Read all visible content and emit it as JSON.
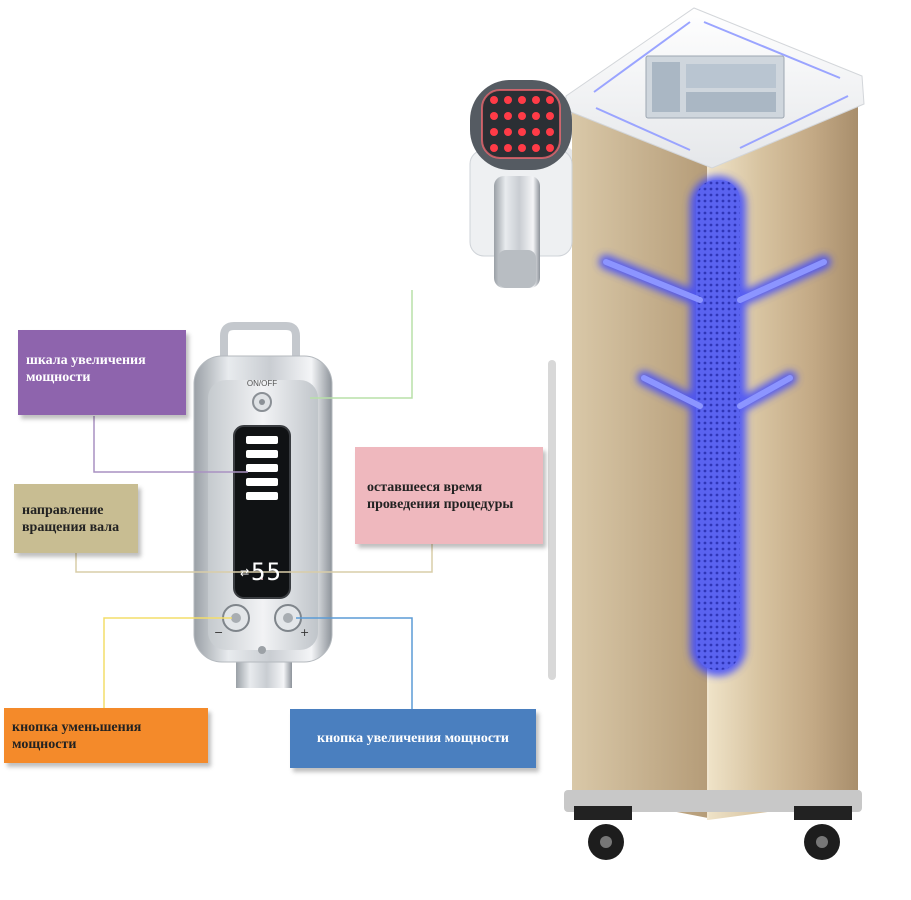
{
  "labels": {
    "power_scale": {
      "text": "шкала увеличения мощности",
      "bg": "#8e64ad",
      "fg": "#ffffff"
    },
    "rotation_direction": {
      "text": "направление вращения вала",
      "bg": "#c8bd92",
      "fg": "#222222"
    },
    "time_left": {
      "text": "оставшееся время проведения процедуры",
      "bg": "#efb8be",
      "fg": "#222222"
    },
    "decrease_button": {
      "text": "кнопка уменьшения мощности",
      "bg": "#f48a2a",
      "fg": "#222222"
    },
    "increase_button": {
      "text": "кнопка увеличения мощности",
      "bg": "#4a7fbf",
      "fg": "#ffffff"
    }
  },
  "handpiece": {
    "power_switch_label": "ON/OFF",
    "timer_value": "55",
    "minus_symbol": "−",
    "plus_symbol": "+"
  },
  "colors": {
    "cabinet": "#c8b08a",
    "glow": "#4f5cff",
    "leader_power_switch": "#b8e0a8",
    "leader_scale": "#a991c2",
    "leader_direction": "#d9cda8",
    "leader_time": "#efb8be",
    "leader_minus": "#f3dd6a",
    "leader_plus": "#5b9bd5"
  }
}
